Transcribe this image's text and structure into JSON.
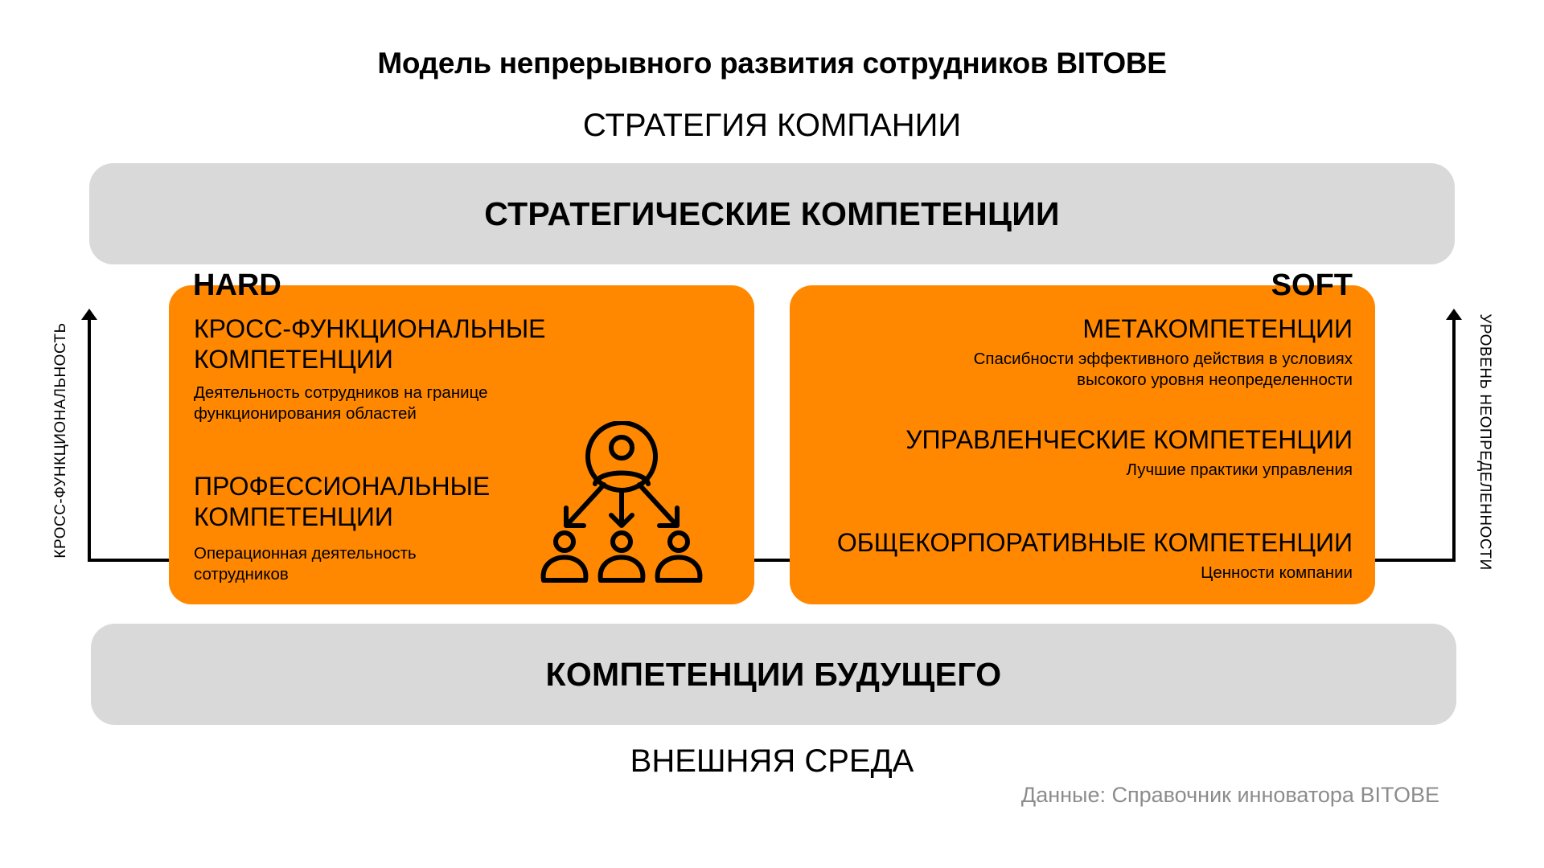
{
  "title": "Модель непрерывного развития сотрудников BITOBE",
  "top_context": "СТРАТЕГИЯ КОМПАНИИ",
  "top_bar": {
    "label": "СТРАТЕГИЧЕСКИЕ КОМПЕТЕНЦИИ"
  },
  "hard": {
    "label": "HARD",
    "items": [
      {
        "title_line1": "КРОСС-ФУНКЦИОНАЛЬНЫЕ",
        "title_line2": "КОМПЕТЕНЦИИ",
        "desc_line1": "Деятельность сотрудников на границе",
        "desc_line2": "функционирования областей"
      },
      {
        "title_line1": "ПРОФЕССИОНАЛЬНЫЕ",
        "title_line2": "КОМПЕТЕНЦИИ",
        "desc_line1": "Операционная деятельность",
        "desc_line2": "сотрудников"
      }
    ],
    "icon": "team-hierarchy-icon"
  },
  "soft": {
    "label": "SOFT",
    "items": [
      {
        "title": "МЕТАКОМПЕТЕНЦИИ",
        "desc_line1": "Спасибности эффективного действия в условиях",
        "desc_line2": "высокого уровня неопределенности"
      },
      {
        "title": "УПРАВЛЕНЧЕСКИЕ КОМПЕТЕНЦИИ",
        "desc_line1": "Лучшие практики управления"
      },
      {
        "title": "ОБЩЕКОРПОРАТИВНЫЕ КОМПЕТЕНЦИИ",
        "desc_line1": "Ценности компании"
      }
    ]
  },
  "axes": {
    "left": "КРОСС-ФУНКЦИОНАЛЬНОСТЬ",
    "right": "УРОВЕНЬ НЕОПРЕДЕЛЕННОСТИ"
  },
  "bottom_bar": {
    "label": "КОМПЕТЕНЦИИ БУДУЩЕГО"
  },
  "bottom_context": "ВНЕШНЯЯ СРЕДА",
  "source": "Данные: Справочник инноватора BITOBE",
  "colors": {
    "accent_orange": "#ff8800",
    "bar_grey": "#d9d9d9",
    "source_grey": "#8c8c8c"
  }
}
